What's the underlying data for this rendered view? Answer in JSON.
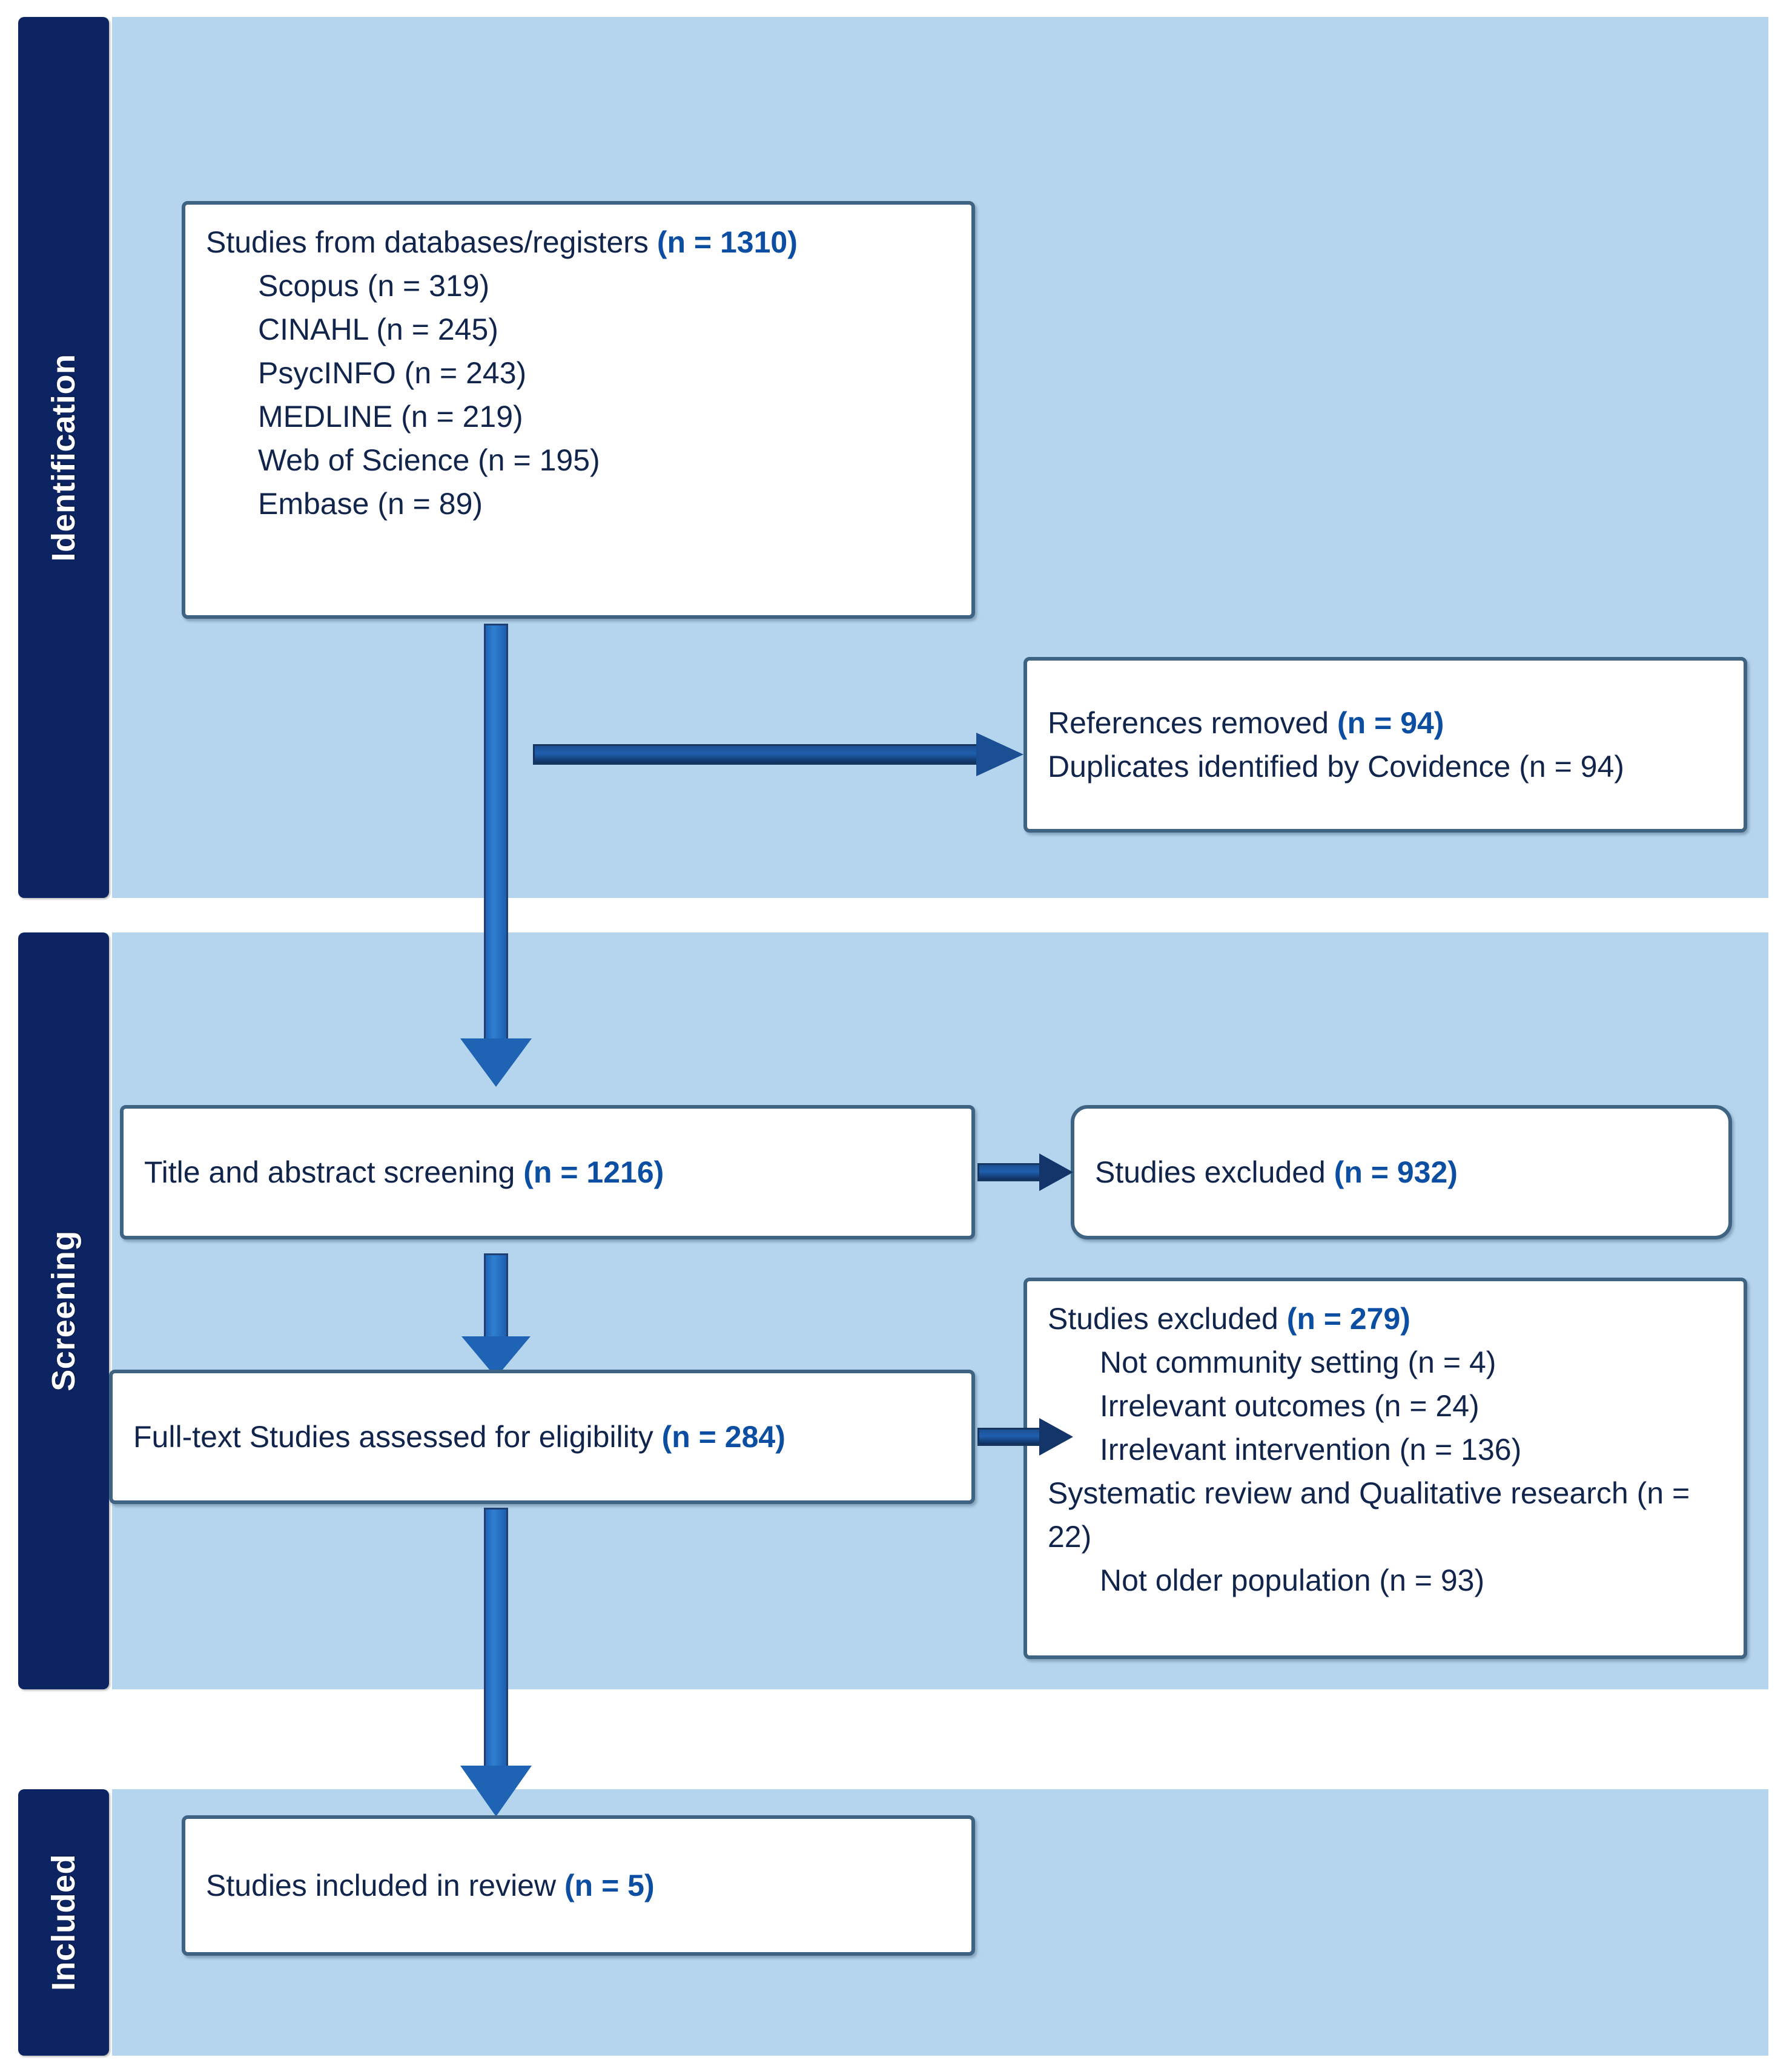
{
  "diagram": {
    "type": "PRISMA flow diagram",
    "colors": {
      "panel_background": "#b5d5ee",
      "sidebar": "#0d2463",
      "box_border": "#3f6382",
      "box_fill": "#ffffff",
      "text": "#11254c",
      "count_accent": "#0b4ea2",
      "arrow": "#2a74c4"
    }
  },
  "sections": [
    {
      "id": "identification",
      "label": "Identification"
    },
    {
      "id": "screening",
      "label": "Screening"
    },
    {
      "id": "included",
      "label": "Included"
    }
  ],
  "identification": {
    "databases_box": {
      "title_text": "Studies from databases/registers ",
      "title_count": "(n = 1310)",
      "sources": [
        {
          "label": "Scopus (n = 319)"
        },
        {
          "label": "CINAHL (n = 245)"
        },
        {
          "label": "PsycINFO (n = 243)"
        },
        {
          "label": "MEDLINE (n = 219)"
        },
        {
          "label": "Web of Science (n = 195)"
        },
        {
          "label": "Embase (n = 89)"
        }
      ]
    },
    "removed_box": {
      "title_text": "References removed ",
      "title_count": "(n = 94)",
      "detail": "Duplicates identified by Covidence (n = 94)"
    }
  },
  "screening": {
    "title_abstract_box": {
      "title_text": "Title and abstract screening ",
      "title_count": "(n = 1216)"
    },
    "excluded_ta_box": {
      "title_text": "Studies excluded ",
      "title_count": "(n = 932)"
    },
    "fulltext_box": {
      "title_text": "Full-text Studies assessed for eligibility ",
      "title_count": "(n = 284)"
    },
    "excluded_ft_box": {
      "title_text": "Studies excluded ",
      "title_count": "(n = 279)",
      "reasons": [
        {
          "label": "Not community setting (n = 4)",
          "indent": true
        },
        {
          "label": "Irrelevant outcomes (n = 24)",
          "indent": true
        },
        {
          "label": "Irrelevant intervention (n = 136)",
          "indent": true
        },
        {
          "label": "Systematic review and Qualitative research (n = 22)",
          "indent": false
        },
        {
          "label": "Not older population (n = 93)",
          "indent": true
        }
      ]
    }
  },
  "included": {
    "final_box": {
      "title_text": "Studies included in review ",
      "title_count": "(n = 5)"
    }
  },
  "chart_data": {
    "type": "flowchart",
    "title": "PRISMA study selection flow",
    "nodes": [
      {
        "id": "databases",
        "stage": "Identification",
        "label": "Studies from databases/registers",
        "n": 1310
      },
      {
        "id": "scopus",
        "stage": "Identification",
        "label": "Scopus",
        "n": 319
      },
      {
        "id": "cinahl",
        "stage": "Identification",
        "label": "CINAHL",
        "n": 245
      },
      {
        "id": "psycinfo",
        "stage": "Identification",
        "label": "PsycINFO",
        "n": 243
      },
      {
        "id": "medline",
        "stage": "Identification",
        "label": "MEDLINE",
        "n": 219
      },
      {
        "id": "wos",
        "stage": "Identification",
        "label": "Web of Science",
        "n": 195
      },
      {
        "id": "embase",
        "stage": "Identification",
        "label": "Embase",
        "n": 89
      },
      {
        "id": "removed",
        "stage": "Identification",
        "label": "References removed",
        "n": 94
      },
      {
        "id": "duplicates",
        "stage": "Identification",
        "label": "Duplicates identified by Covidence",
        "n": 94
      },
      {
        "id": "title_abstract",
        "stage": "Screening",
        "label": "Title and abstract screening",
        "n": 1216
      },
      {
        "id": "excluded_ta",
        "stage": "Screening",
        "label": "Studies excluded",
        "n": 932
      },
      {
        "id": "fulltext",
        "stage": "Screening",
        "label": "Full-text Studies assessed for eligibility",
        "n": 284
      },
      {
        "id": "excluded_ft",
        "stage": "Screening",
        "label": "Studies excluded",
        "n": 279
      },
      {
        "id": "not_community",
        "stage": "Screening",
        "label": "Not community setting",
        "n": 4
      },
      {
        "id": "irrelevant_outcomes",
        "stage": "Screening",
        "label": "Irrelevant outcomes",
        "n": 24
      },
      {
        "id": "irrelevant_intervention",
        "stage": "Screening",
        "label": "Irrelevant intervention",
        "n": 136
      },
      {
        "id": "sr_qual",
        "stage": "Screening",
        "label": "Systematic review and Qualitative research",
        "n": 22
      },
      {
        "id": "not_older",
        "stage": "Screening",
        "label": "Not older population",
        "n": 93
      },
      {
        "id": "included",
        "stage": "Included",
        "label": "Studies included in review",
        "n": 5
      }
    ],
    "edges": [
      {
        "from": "databases",
        "to": "removed",
        "direction": "right"
      },
      {
        "from": "databases",
        "to": "title_abstract",
        "direction": "down"
      },
      {
        "from": "title_abstract",
        "to": "excluded_ta",
        "direction": "right"
      },
      {
        "from": "title_abstract",
        "to": "fulltext",
        "direction": "down"
      },
      {
        "from": "fulltext",
        "to": "excluded_ft",
        "direction": "right"
      },
      {
        "from": "fulltext",
        "to": "included",
        "direction": "down"
      }
    ]
  }
}
